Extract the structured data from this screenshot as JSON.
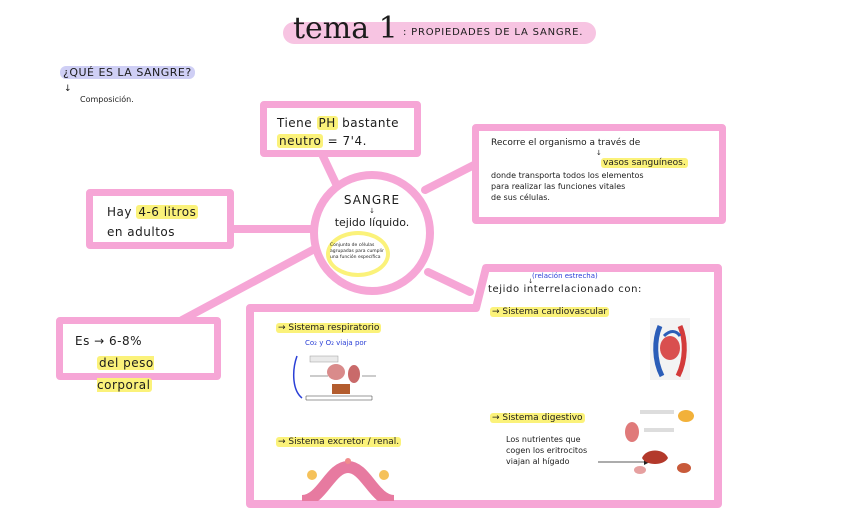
{
  "title": {
    "main": "tema 1",
    "sub": ": PROPIEDADES DE LA SANGRE."
  },
  "question": {
    "text": "¿QUÉ ES LA SANGRE?",
    "sub": "Composición."
  },
  "center": {
    "title": "SANGRE",
    "subtitle": "tejido líquido.",
    "inner_text": "Conjunto de células agrupadas para cumplir una función específica"
  },
  "box_ph": {
    "line1_a": "Tiene",
    "line1_hl": "PH",
    "line1_b": "bastante",
    "line2_hl": "neutro",
    "line2_b": "= 7'4."
  },
  "box_litros": {
    "line1_a": "Hay",
    "line1_hl": "4-6 litros",
    "line2": "en adultos"
  },
  "box_peso": {
    "line1": "Es → 6-8%",
    "line2_hl": "del peso corporal"
  },
  "box_recorre": {
    "line1": "Recorre el organismo a través de",
    "line2_hl": "vasos sanguíneos.",
    "line3": "donde transporta todos los elementos",
    "line4": "para realizar las funciones vitales",
    "line5": "de sus células."
  },
  "box_main": {
    "relation_label": "(relación estrecha)",
    "header": "tejido interrelacionado con:",
    "respiratorio": "→ Sistema respiratorio",
    "respiratorio_note": "Co₂ y O₂ viaja por",
    "excretor": "→ Sistema excretor / renal.",
    "cardiovascular": "→ Sistema cardiovascular",
    "digestivo": "→ Sistema digestivo",
    "digestivo_note1": "Los nutrientes que",
    "digestivo_note2": "cogen los eritrocitos",
    "digestivo_note3": "viajan al hígado"
  }
}
